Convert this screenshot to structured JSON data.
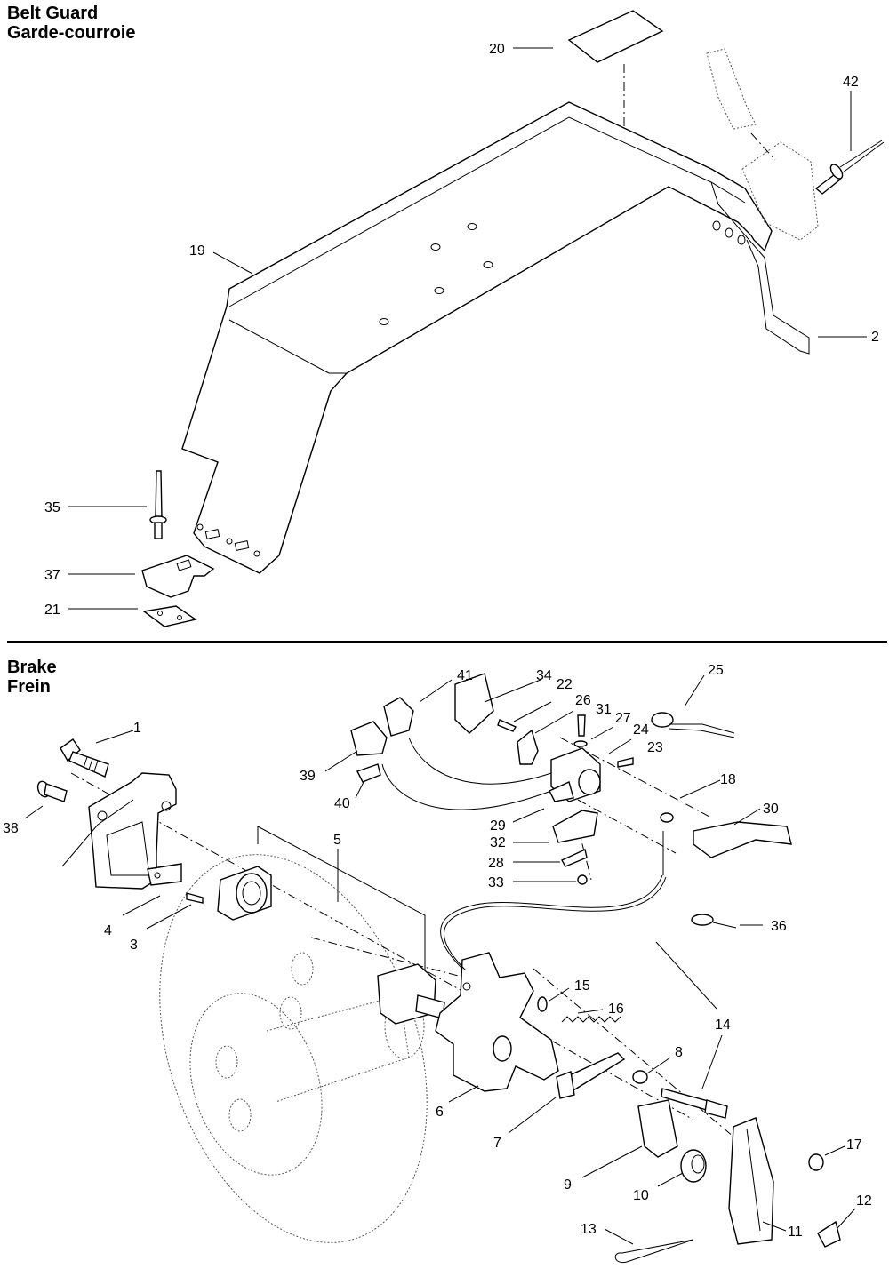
{
  "sections": [
    {
      "title": "Belt Guard",
      "subtitle": "Garde-courroie"
    },
    {
      "title": "Brake",
      "subtitle": "Frein"
    }
  ],
  "callouts": {
    "c1": "1",
    "c2": "2",
    "c3": "3",
    "c4": "4",
    "c5": "5",
    "c6": "6",
    "c7": "7",
    "c8": "8",
    "c9": "9",
    "c10": "10",
    "c11": "11",
    "c12": "12",
    "c13": "13",
    "c14": "14",
    "c15": "15",
    "c16": "16",
    "c17": "17",
    "c18": "18",
    "c19": "19",
    "c20": "20",
    "c21": "21",
    "c22": "22",
    "c23": "23",
    "c24": "24",
    "c25": "25",
    "c26": "26",
    "c27": "27",
    "c28": "28",
    "c29": "29",
    "c30": "30",
    "c31": "31",
    "c32": "32",
    "c33": "33",
    "c34": "34",
    "c35": "35",
    "c36": "36",
    "c37": "37",
    "c38": "38",
    "c39": "39",
    "c40": "40",
    "c41": "41",
    "c42": "42"
  }
}
